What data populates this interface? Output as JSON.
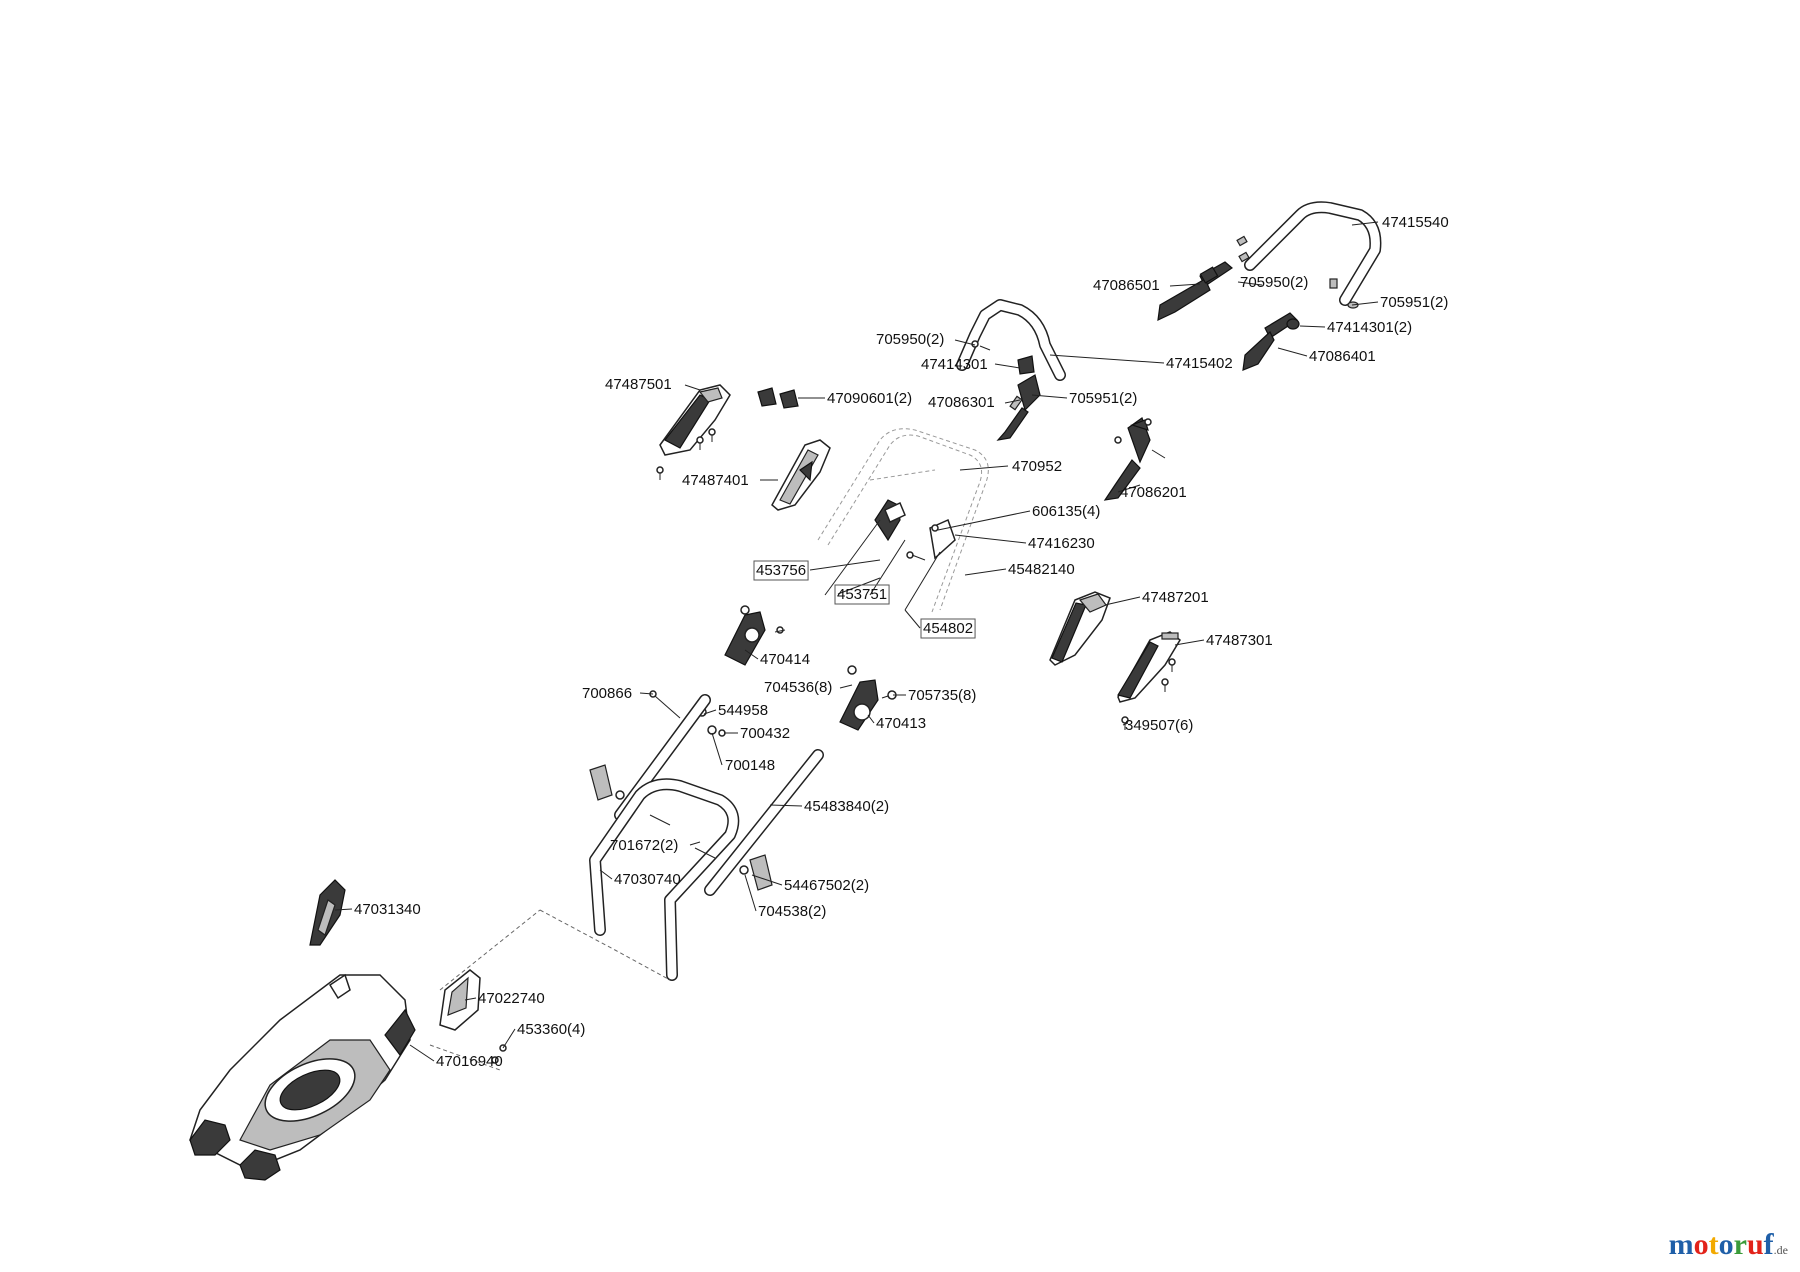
{
  "diagram": {
    "labels": [
      "47415540",
      "705950(2)",
      "705951(2)",
      "47086501",
      "47414301(2)",
      "47086401",
      "705950(2)",
      "47414301",
      "47415402",
      "47086301",
      "705951(2)",
      "47487501",
      "47090601(2)",
      "47487401",
      "470952",
      "47086201",
      "606135(4)",
      "47416230",
      "453756",
      "45482140",
      "453751",
      "454802",
      "47487201",
      "47487301",
      "470414",
      "704536(8)",
      "705735(8)",
      "700866",
      "544958",
      "470413",
      "700432",
      "349507(6)",
      "700148",
      "45483840(2)",
      "701672(2)",
      "47030740",
      "54467502(2)",
      "704538(2)",
      "47031340",
      "47022740",
      "453360(4)",
      "47016940"
    ]
  },
  "brand": {
    "letters": [
      "m",
      "o",
      "t",
      "o",
      "r",
      "u",
      "f"
    ],
    "colors": [
      "#1f5fa8",
      "#e2231a",
      "#f2a900",
      "#1f5fa8",
      "#3a9b3a",
      "#e2231a",
      "#1f5fa8"
    ],
    "tld": ".de"
  }
}
